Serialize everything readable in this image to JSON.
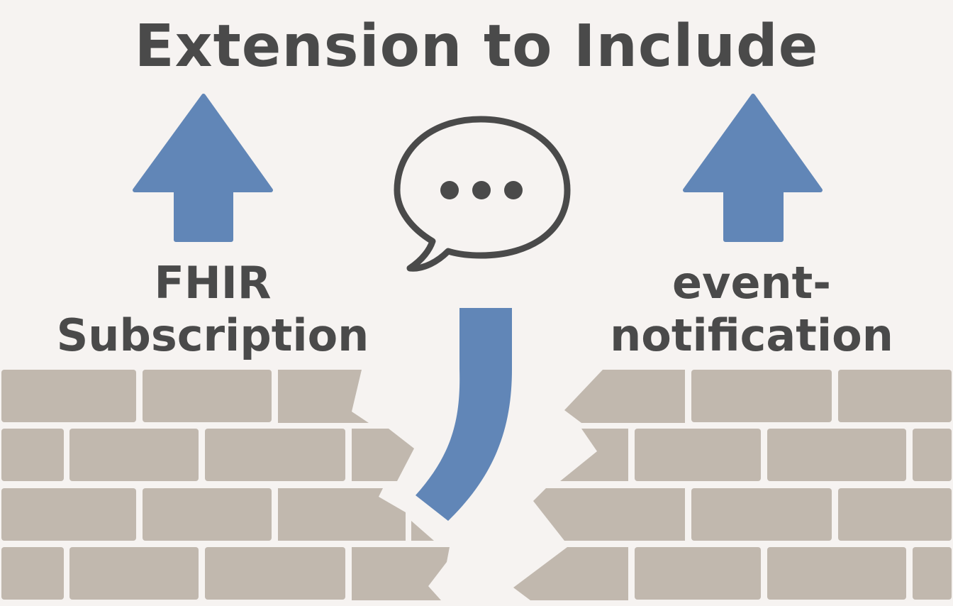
{
  "title": "Extension to Include",
  "left_label": {
    "line1": "FHIR",
    "line2": "Subscription"
  },
  "right_label": {
    "line1": "event-",
    "line2": "notification"
  },
  "icons": {
    "left_arrow": "arrow-up-icon",
    "right_arrow": "arrow-up-icon",
    "speech": "speech-bubble-icon"
  },
  "colors": {
    "background": "#f6f3f1",
    "text": "#4a4a4a",
    "arrow_blue": "#6186b7",
    "brick": "#c1b8ae"
  }
}
